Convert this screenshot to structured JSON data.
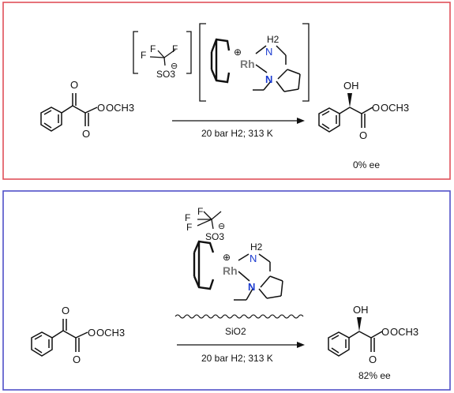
{
  "colors": {
    "top_border": "#e0505a",
    "bottom_border": "#5050c8",
    "bond": "#111111",
    "rhodium": "#7a7a7a",
    "nitrogen": "#1a3ad0"
  },
  "top": {
    "reactant": {
      "carbonyl_o": "O",
      "ester_o": "O",
      "methoxy": "OCH3",
      "lower_o": "O"
    },
    "anion": {
      "f1": "F",
      "f2": "F",
      "f3": "F",
      "so3": "SO3",
      "charge": "⊖"
    },
    "catalyst": {
      "rh": "Rh",
      "charge": "⊕",
      "nh2": "H2",
      "n_amine": "N",
      "n_ring": "N"
    },
    "conditions": "20 bar H2; 313 K",
    "product": {
      "oh": "OH",
      "ester_o": "O",
      "methoxy": "OCH3",
      "lower_o": "O"
    },
    "ee": "0% ee"
  },
  "bottom": {
    "reactant": {
      "carbonyl_o": "O",
      "ester_o": "O",
      "methoxy": "OCH3",
      "lower_o": "O"
    },
    "anion": {
      "f1": "F",
      "f2": "F",
      "f3": "F",
      "so3": "SO3",
      "charge": "⊖"
    },
    "catalyst": {
      "rh": "Rh",
      "charge": "⊕",
      "nh2": "H2",
      "n_amine": "N",
      "n_ring": "N"
    },
    "support": "SiO2",
    "conditions": "20 bar H2; 313 K",
    "product": {
      "oh": "OH",
      "ester_o": "O",
      "methoxy": "OCH3",
      "lower_o": "O"
    },
    "ee": "82% ee"
  }
}
